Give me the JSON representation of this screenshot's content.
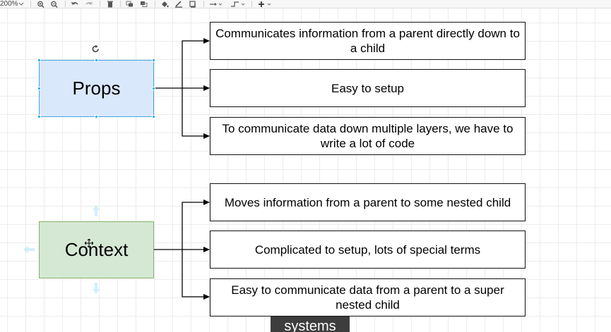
{
  "toolbar": {
    "zoom_label": "200%",
    "tools": [
      "zoom-in-icon",
      "zoom-out-icon",
      "undo-icon",
      "redo-icon",
      "delete-icon",
      "to-front-icon",
      "to-back-icon",
      "fill-color-icon",
      "line-color-icon",
      "shadow-icon",
      "connection-icon",
      "waypoints-icon",
      "insert-icon"
    ]
  },
  "diagram": {
    "props": {
      "label": "Props",
      "fill": "#dae8fc",
      "stroke": "#6c8ebf",
      "items": [
        "Communicates information from a parent directly down to a child",
        "Easy to setup",
        "To communicate data down multiple layers, we have to write a lot of code"
      ]
    },
    "context": {
      "label": "Context",
      "fill": "#d5e8d4",
      "stroke": "#82b366",
      "items": [
        "Moves information from a parent to some nested child",
        "Complicated to setup, lots of special terms",
        "Easy to communicate data from a parent to a super nested child"
      ]
    }
  },
  "caption": "systems",
  "colors": {
    "selection": "#29b6f2",
    "box_border": "#111111"
  }
}
